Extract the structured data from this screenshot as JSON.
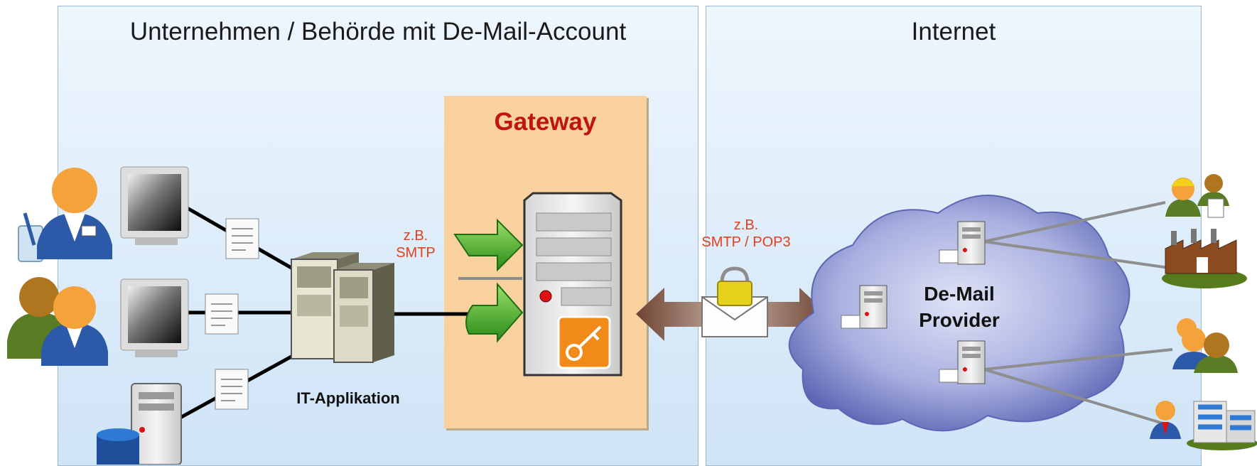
{
  "zones": {
    "left_title": "Unternehmen / Behörde mit De-Mail-Account",
    "right_title": "Internet"
  },
  "gateway": {
    "title": "Gateway"
  },
  "labels": {
    "smtp_left": "z.B.\nSMTP",
    "smtp_pop3": "z.B.\nSMTP / POP3",
    "it_app": "IT-Applikation",
    "provider": "De-Mail\nProvider"
  },
  "colors": {
    "zone_fill": "#d8eaf9",
    "gateway_fill": "#f9d19e",
    "gateway_title": "#c0140e",
    "protocol_text": "#e0401c",
    "cloud": "#7f89cf"
  },
  "icons": [
    "person-with-pen-icon",
    "monitor-icon",
    "user-group-icon",
    "server-icon",
    "database-icon",
    "document-icon",
    "mainframe-icon",
    "sync-arrows-icon",
    "gateway-server-icon",
    "key-icon",
    "double-arrow-icon",
    "lock-envelope-icon",
    "cloud-icon",
    "factory-icon",
    "office-building-icon",
    "worker-icon",
    "businessman-icon"
  ]
}
